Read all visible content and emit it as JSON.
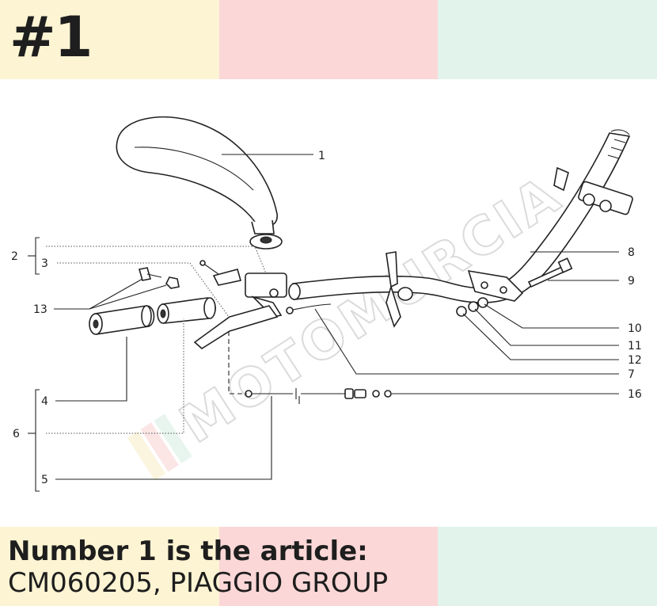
{
  "header": {
    "title": "#1"
  },
  "caption": {
    "line1": "Number 1 is the article:",
    "line2": "CM060205, PIAGGIO GROUP"
  },
  "watermark": {
    "text": "MOTOMURCIA"
  },
  "colors": {
    "band_yellow": "#fdf4d3",
    "band_pink": "#fbd7d7",
    "band_green": "#e1f3ea",
    "text": "#1e1e1e"
  },
  "diagram": {
    "labels": {
      "n1": "1",
      "n2": "2",
      "n3": "3",
      "n4": "4",
      "n5": "5",
      "n6": "6",
      "n7": "7",
      "n8": "8",
      "n9": "9",
      "n10": "10",
      "n11": "11",
      "n12": "12",
      "n13": "13",
      "n16": "16"
    }
  }
}
